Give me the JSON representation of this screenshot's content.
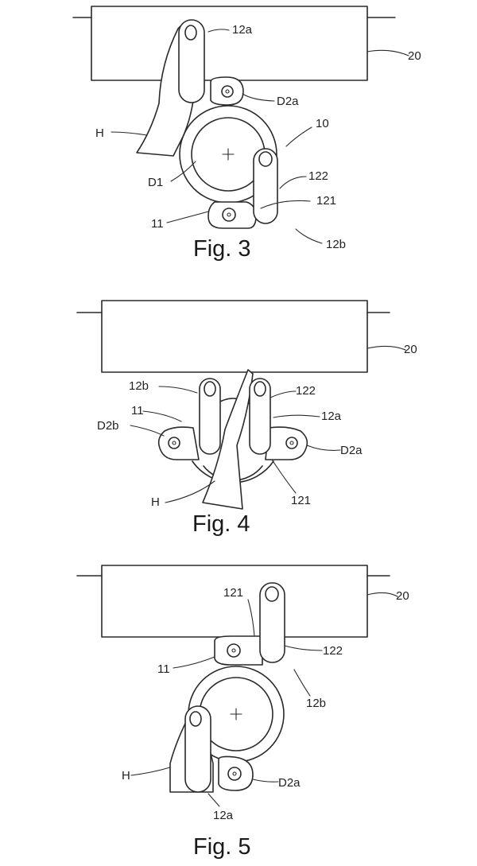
{
  "figures": [
    {
      "caption": "Fig. 3",
      "labels": {
        "ref_20": "20",
        "ref_12a": "12a",
        "ref_D2a": "D2a",
        "ref_10": "10",
        "ref_H": "H",
        "ref_D1": "D1",
        "ref_122": "122",
        "ref_121": "121",
        "ref_11": "11",
        "ref_12b": "12b"
      }
    },
    {
      "caption": "Fig. 4",
      "labels": {
        "ref_20": "20",
        "ref_12b": "12b",
        "ref_122": "122",
        "ref_11": "11",
        "ref_12a": "12a",
        "ref_D2b": "D2b",
        "ref_D2a": "D2a",
        "ref_H": "H",
        "ref_121": "121"
      }
    },
    {
      "caption": "Fig. 5",
      "labels": {
        "ref_121": "121",
        "ref_20": "20",
        "ref_122": "122",
        "ref_11": "11",
        "ref_12b": "12b",
        "ref_H": "H",
        "ref_D2a": "D2a",
        "ref_12a": "12a"
      }
    }
  ]
}
